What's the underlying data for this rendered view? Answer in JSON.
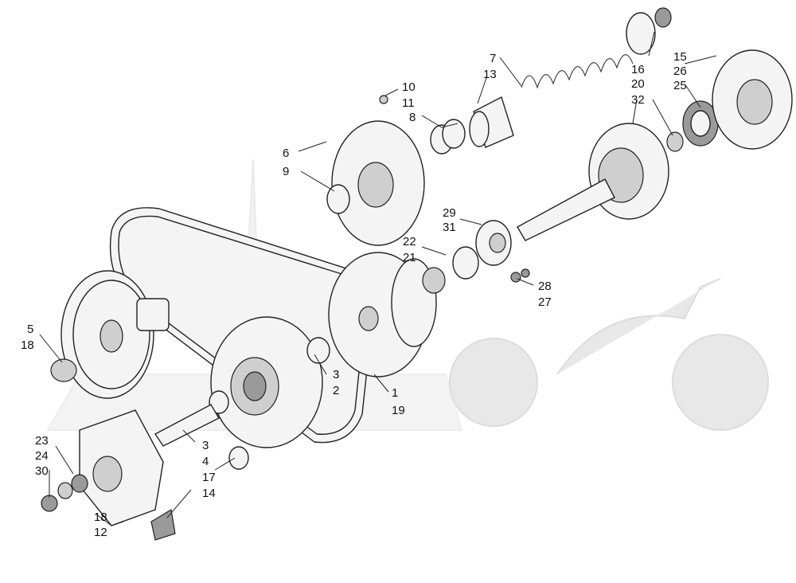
{
  "callouts": [
    {
      "id": "c-7",
      "text": "7"
    },
    {
      "id": "c-13",
      "text": "13"
    },
    {
      "id": "c-10",
      "text": "10"
    },
    {
      "id": "c-11",
      "text": "11"
    },
    {
      "id": "c-8",
      "text": "8"
    },
    {
      "id": "c-6",
      "text": "6"
    },
    {
      "id": "c-9",
      "text": "9"
    },
    {
      "id": "c-15",
      "text": "15"
    },
    {
      "id": "c-26",
      "text": "26"
    },
    {
      "id": "c-25",
      "text": "25"
    },
    {
      "id": "c-16",
      "text": "16"
    },
    {
      "id": "c-20",
      "text": "20"
    },
    {
      "id": "c-32",
      "text": "32"
    },
    {
      "id": "c-29",
      "text": "29"
    },
    {
      "id": "c-31",
      "text": "31"
    },
    {
      "id": "c-22",
      "text": "22"
    },
    {
      "id": "c-21",
      "text": "21"
    },
    {
      "id": "c-28",
      "text": "28"
    },
    {
      "id": "c-27",
      "text": "27"
    },
    {
      "id": "c-5",
      "text": "5"
    },
    {
      "id": "c-18a",
      "text": "18"
    },
    {
      "id": "c-3a",
      "text": "3"
    },
    {
      "id": "c-2",
      "text": "2"
    },
    {
      "id": "c-1",
      "text": "1"
    },
    {
      "id": "c-19",
      "text": "19"
    },
    {
      "id": "c-23",
      "text": "23"
    },
    {
      "id": "c-24",
      "text": "24"
    },
    {
      "id": "c-30",
      "text": "30"
    },
    {
      "id": "c-3b",
      "text": "3"
    },
    {
      "id": "c-4",
      "text": "4"
    },
    {
      "id": "c-17",
      "text": "17"
    },
    {
      "id": "c-14",
      "text": "14"
    },
    {
      "id": "c-18b",
      "text": "18"
    },
    {
      "id": "c-12",
      "text": "12"
    }
  ]
}
